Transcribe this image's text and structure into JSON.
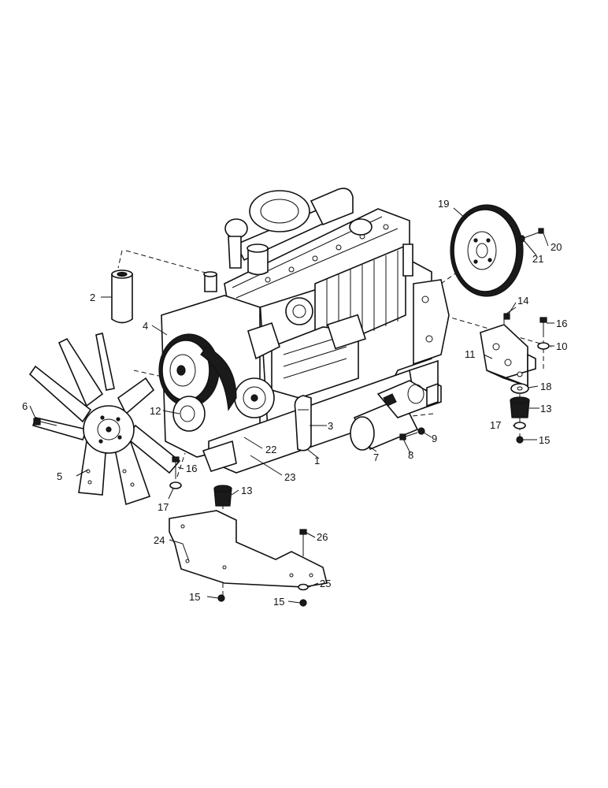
{
  "callouts": [
    "1",
    "2",
    "3",
    "4",
    "5",
    "6",
    "7",
    "8",
    "9",
    "10",
    "11",
    "12",
    "13",
    "13",
    "14",
    "15",
    "15",
    "15",
    "16",
    "16",
    "17",
    "17",
    "18",
    "19",
    "20",
    "21",
    "22",
    "23",
    "24",
    "25",
    "26"
  ]
}
